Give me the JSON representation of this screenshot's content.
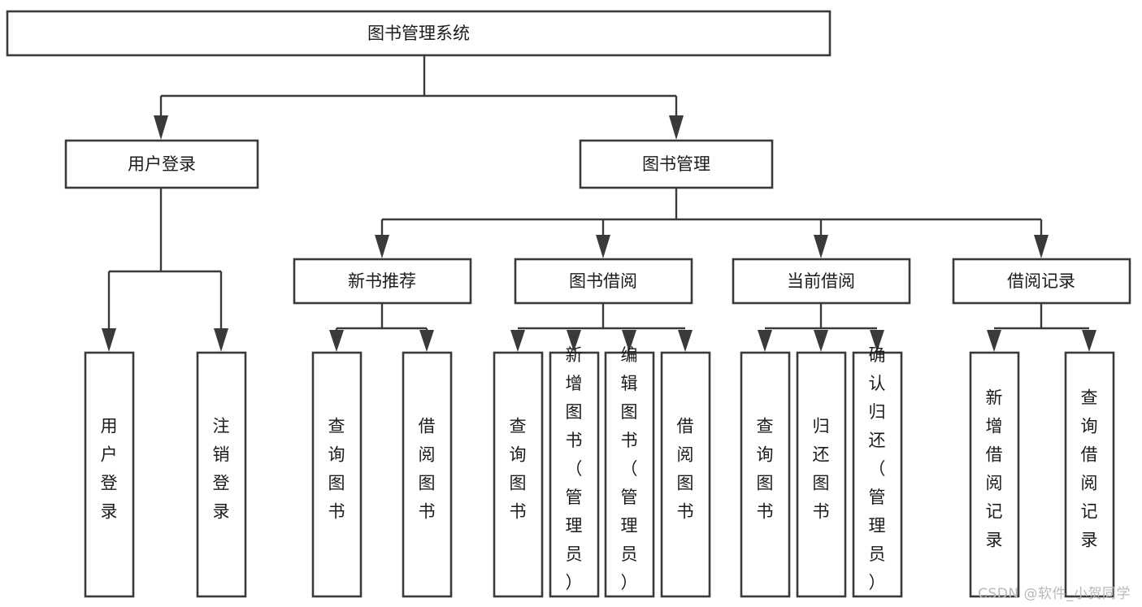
{
  "diagram": {
    "type": "tree",
    "title": "图书管理系统",
    "watermark": "CSDN @软件_小贺同学",
    "colors": {
      "box_stroke": "#3a3a3a",
      "box_fill": "#ffffff",
      "connector": "#3a3a3a",
      "text": "#1b1b1b",
      "watermark": "#b9b9b9",
      "background": "#ffffff"
    },
    "nodes": {
      "root": {
        "label": "图书管理系统",
        "level": 1,
        "orientation": "horizontal"
      },
      "l2": [
        {
          "id": "user-login",
          "label": "用户登录",
          "level": 2,
          "orientation": "horizontal"
        },
        {
          "id": "book-manage",
          "label": "图书管理",
          "level": 2,
          "orientation": "horizontal"
        }
      ],
      "l3": [
        {
          "id": "new-book-rec",
          "label": "新书推荐",
          "level": 3,
          "orientation": "horizontal",
          "parent": "book-manage"
        },
        {
          "id": "book-borrow",
          "label": "图书借阅",
          "level": 3,
          "orientation": "horizontal",
          "parent": "book-manage"
        },
        {
          "id": "current-borrow",
          "label": "当前借阅",
          "level": 3,
          "orientation": "horizontal",
          "parent": "book-manage"
        },
        {
          "id": "borrow-record",
          "label": "借阅记录",
          "level": 3,
          "orientation": "horizontal",
          "parent": "book-manage"
        }
      ],
      "leaves": [
        {
          "id": "leaf-user-login",
          "label": "用户登录",
          "parent": "user-login",
          "orientation": "vertical"
        },
        {
          "id": "leaf-logout",
          "label": "注销登录",
          "parent": "user-login",
          "orientation": "vertical"
        },
        {
          "id": "leaf-query-book-1",
          "label": "查询图书",
          "parent": "new-book-rec",
          "orientation": "vertical"
        },
        {
          "id": "leaf-borrow-book-1",
          "label": "借阅图书",
          "parent": "new-book-rec",
          "orientation": "vertical"
        },
        {
          "id": "leaf-query-book-2",
          "label": "查询图书",
          "parent": "book-borrow",
          "orientation": "vertical"
        },
        {
          "id": "leaf-add-book",
          "label": "新增图书（管理员）",
          "parent": "book-borrow",
          "orientation": "vertical"
        },
        {
          "id": "leaf-edit-book",
          "label": "编辑图书（管理员）",
          "parent": "book-borrow",
          "orientation": "vertical"
        },
        {
          "id": "leaf-borrow-book-2",
          "label": "借阅图书",
          "parent": "book-borrow",
          "orientation": "vertical"
        },
        {
          "id": "leaf-query-book-3",
          "label": "查询图书",
          "parent": "current-borrow",
          "orientation": "vertical"
        },
        {
          "id": "leaf-return-book",
          "label": "归还图书",
          "parent": "current-borrow",
          "orientation": "vertical"
        },
        {
          "id": "leaf-confirm-return",
          "label": "确认归还（管理员）",
          "parent": "current-borrow",
          "orientation": "vertical"
        },
        {
          "id": "leaf-add-record",
          "label": "新增借阅记录",
          "parent": "borrow-record",
          "orientation": "vertical"
        },
        {
          "id": "leaf-query-record",
          "label": "查询借阅记录",
          "parent": "borrow-record",
          "orientation": "vertical"
        }
      ]
    }
  }
}
